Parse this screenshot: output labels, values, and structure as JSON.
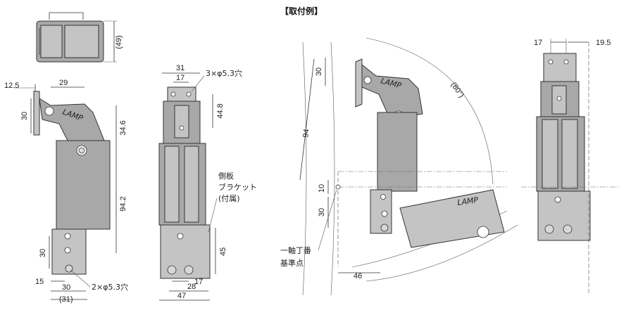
{
  "title": "【取付例】",
  "dims": {
    "d49": "(49)",
    "d12_5": "12.5",
    "d29": "29",
    "d30a": "30",
    "d34_6": "34.6",
    "d94_2": "94.2",
    "d30b": "30",
    "d15": "15",
    "d30c": "30",
    "d31p": "(31)",
    "hole2": "2×φ5.3穴",
    "d31": "31",
    "d17a": "17",
    "hole3": "3×φ5.3穴",
    "d44_8": "44.8",
    "d45": "45",
    "d17b": "17",
    "d28": "28",
    "d47": "47",
    "d30d": "30",
    "d94": "94",
    "d80": "(80°)",
    "d10": "10",
    "d30e": "30",
    "d46": "46",
    "d17c": "17",
    "d19_5": "19.5"
  },
  "labels": {
    "side_plate_1": "側板",
    "side_plate_2": "ブラケット",
    "side_plate_3": "(付属)",
    "hinge_ref_1": "一軸丁番",
    "hinge_ref_2": "基準点",
    "logo": "LAMP"
  }
}
